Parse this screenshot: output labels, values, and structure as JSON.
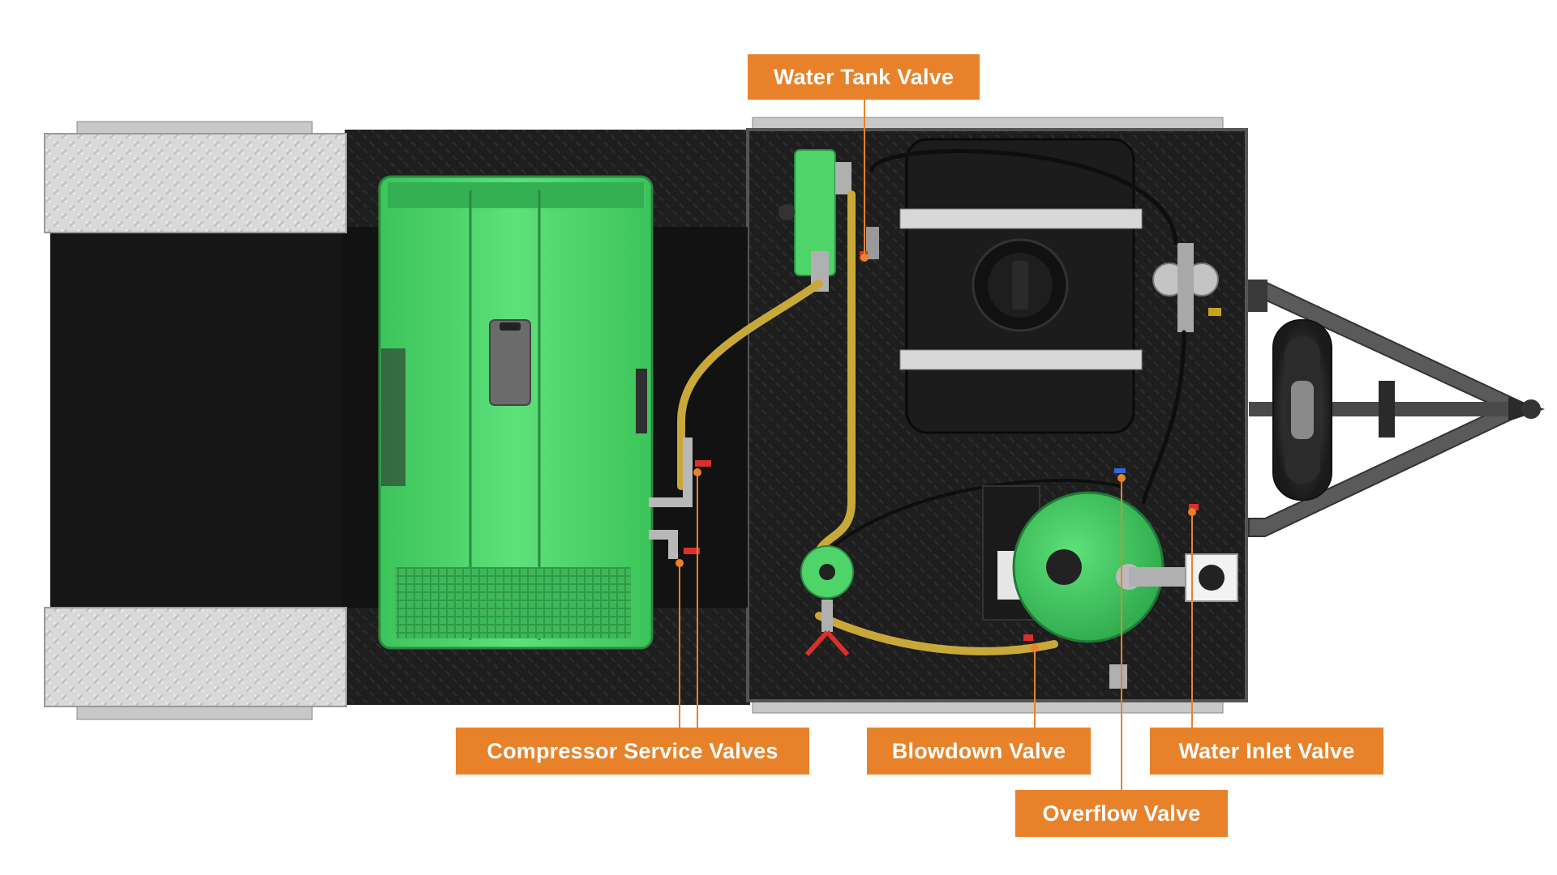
{
  "colors": {
    "callout_bg": "#e8822a",
    "callout_text": "#ffffff",
    "leader_line": "#e8822a",
    "compressor_green": "#4fd46a",
    "deck_black": "#1c1c1c",
    "hose_yellow": "#c9a83a",
    "tread_plate": "#d4d4d4",
    "valve_handle_red": "#d8302a"
  },
  "callouts": {
    "water_tank_valve": "Water Tank Valve",
    "compressor_service_valves": "Compressor Service Valves",
    "blowdown_valve": "Blowdown Valve",
    "water_inlet_valve": "Water Inlet Valve",
    "overflow_valve": "Overflow Valve"
  },
  "components": [
    "trailer-frame",
    "diamond-plate-fenders",
    "air-compressor",
    "water-tank",
    "water-pump",
    "blast-pot",
    "hose",
    "spare-tire",
    "tongue-hitch"
  ]
}
